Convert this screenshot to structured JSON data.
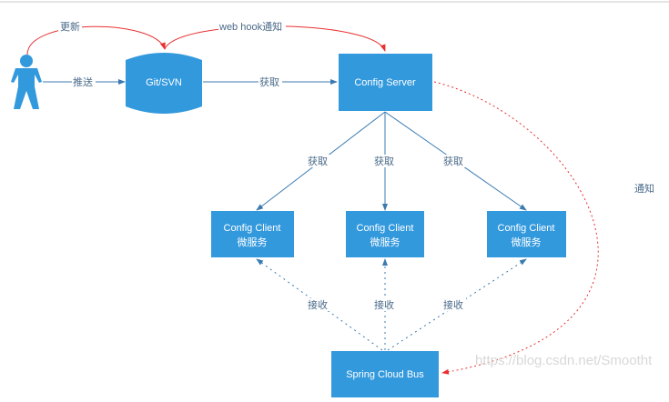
{
  "nodes": {
    "git": "Git/SVN",
    "server": "Config Server",
    "client1": [
      "Config Client",
      "微服务"
    ],
    "client2": [
      "Config Client",
      "微服务"
    ],
    "client3": [
      "Config Client",
      "微服务"
    ],
    "bus": "Spring Cloud Bus"
  },
  "edges": {
    "update": "更新",
    "push": "推送",
    "webhook": "web hook通知",
    "fetch_server": "获取",
    "fetch1": "获取",
    "fetch2": "获取",
    "fetch3": "获取",
    "receive1": "接收",
    "receive2": "接收",
    "receive3": "接收",
    "notify": "通知"
  },
  "watermark": "https://blog.csdn.net/Smootht",
  "colors": {
    "node": "#3399dd",
    "arrow_blue": "#3a7ab0",
    "arrow_red": "#e83030"
  }
}
